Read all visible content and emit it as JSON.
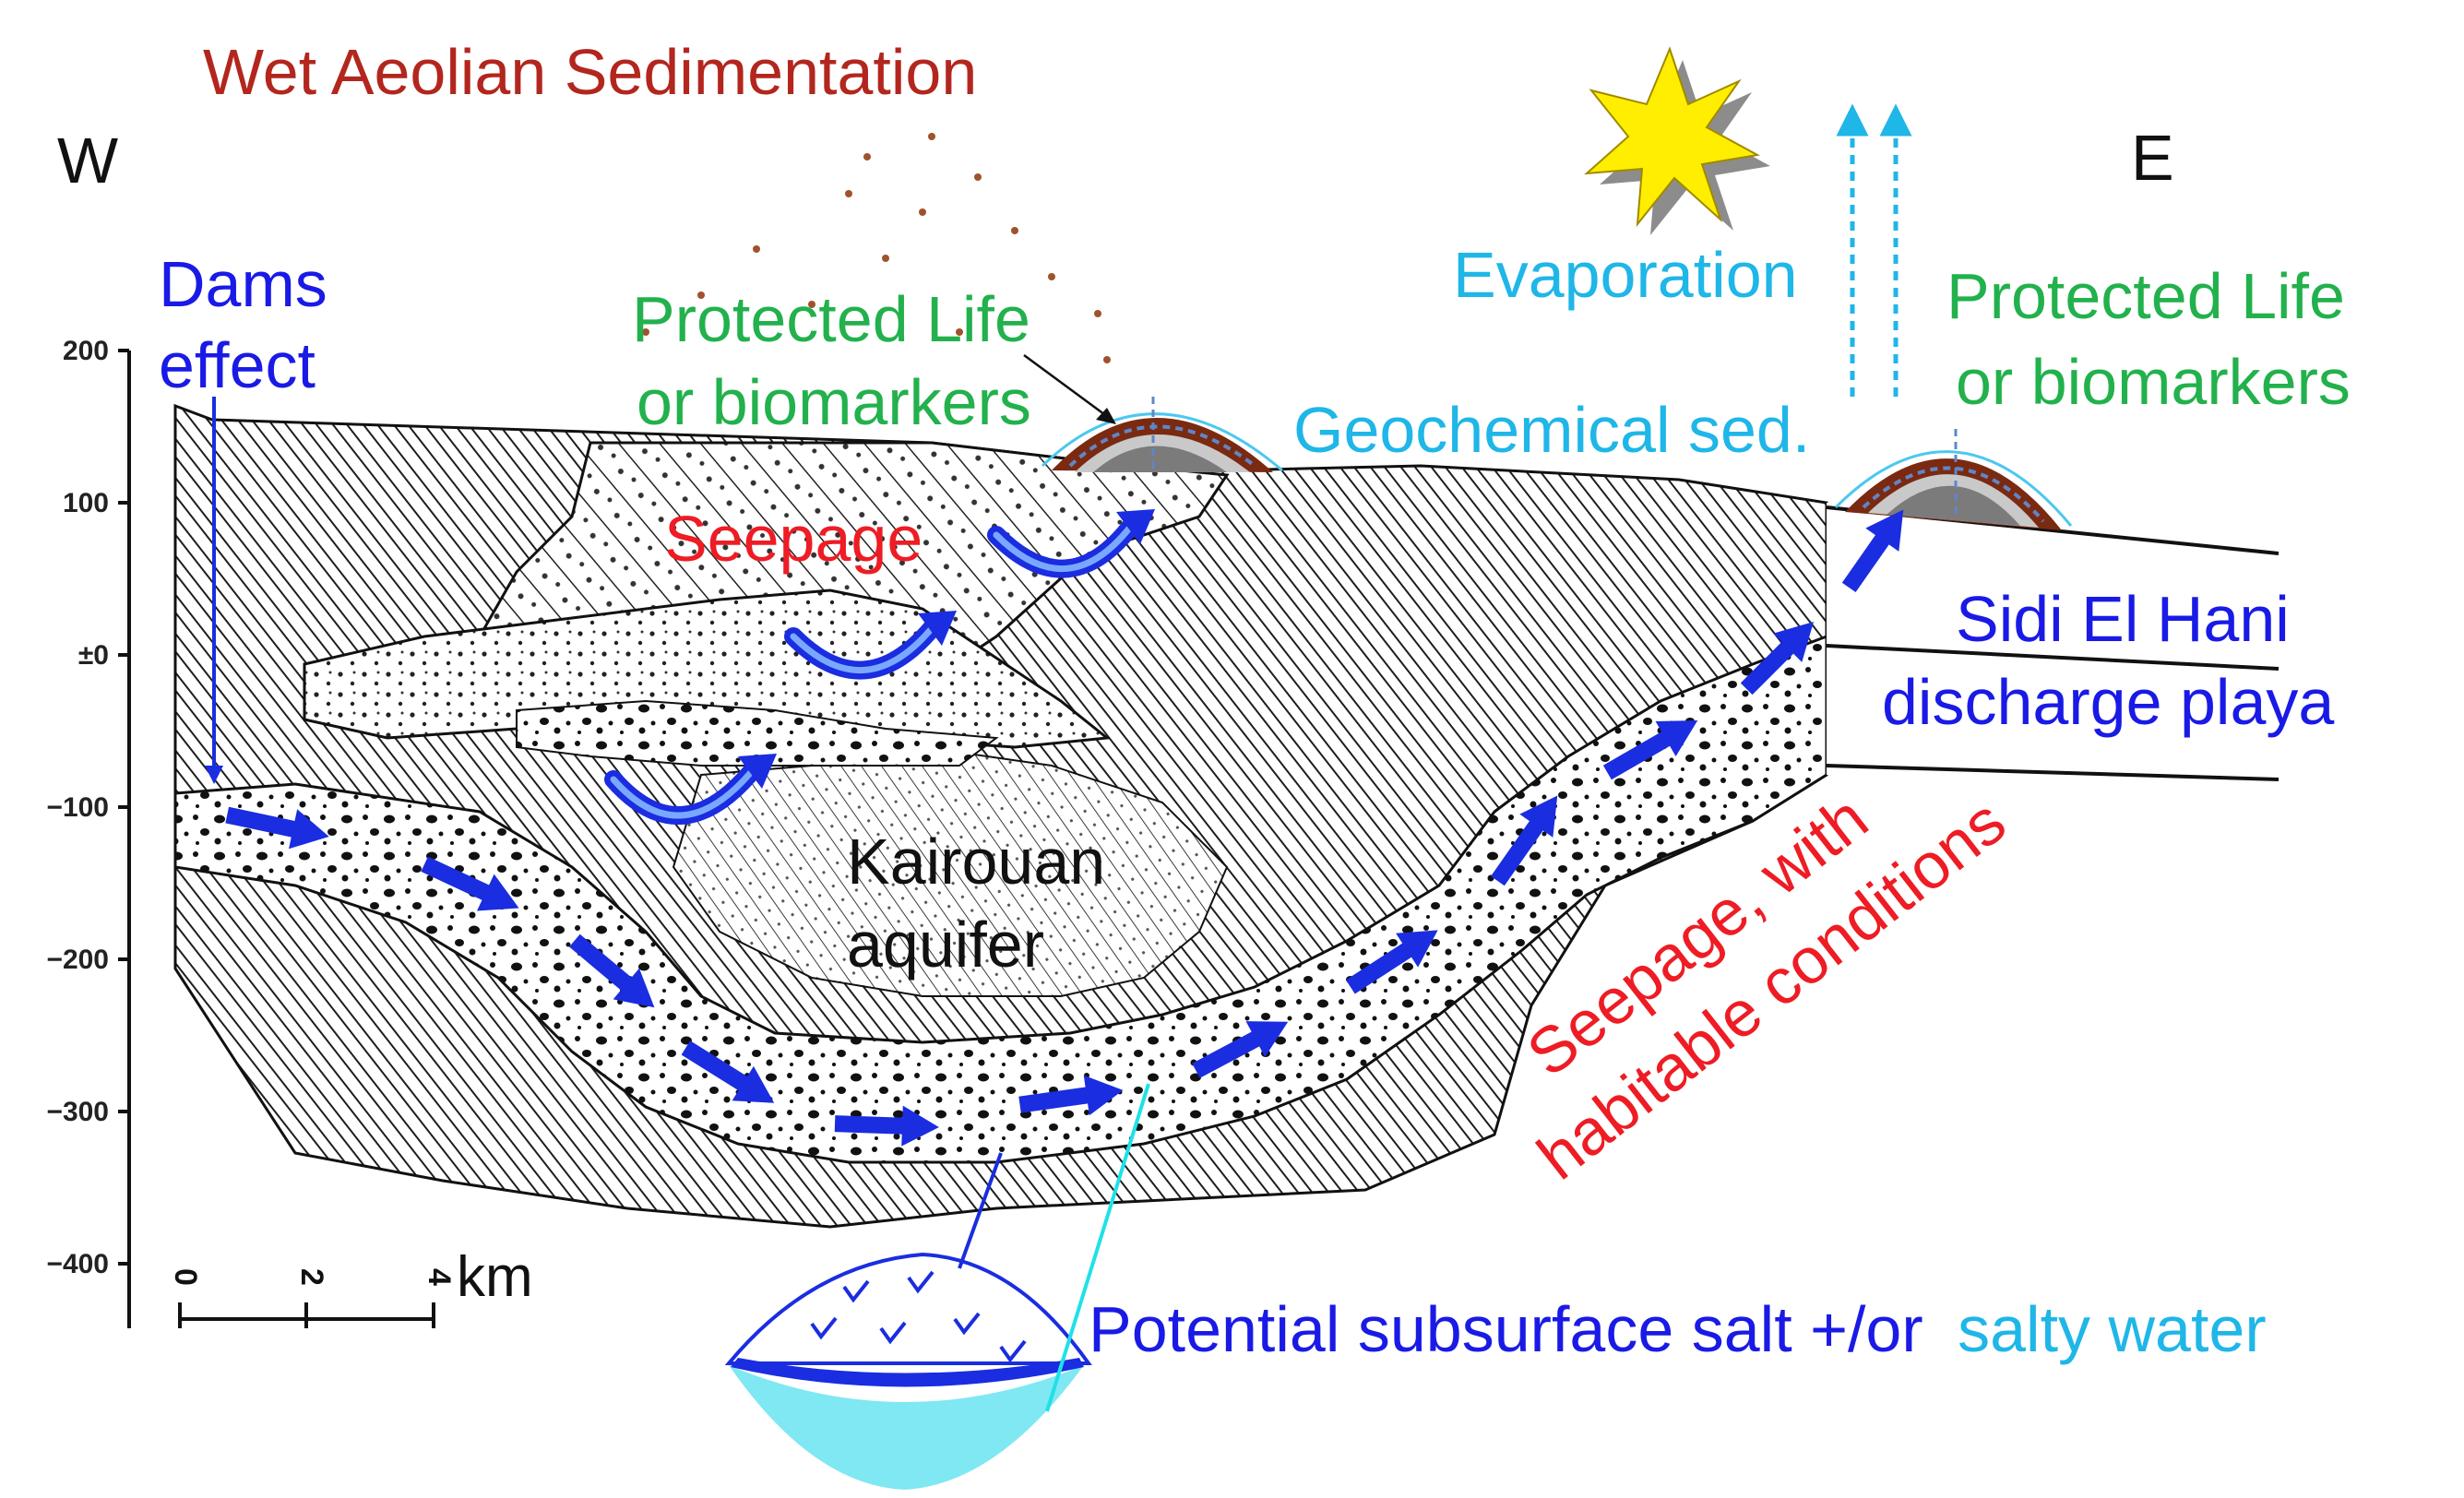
{
  "title": "Wet Aeolian Sedimentation",
  "directions": {
    "west": "W",
    "east": "E"
  },
  "labels": {
    "dams_line1": "Dams",
    "dams_line2": "effect",
    "protected_left_line1": "Protected Life",
    "protected_left_line2": "or biomarkers",
    "protected_right_line1": "Protected Life",
    "protected_right_line2": "or biomarkers",
    "evaporation": "Evaporation",
    "geochem": "Geochemical sed.",
    "seepage": "Seepage",
    "aquifer_line1": "Kairouan",
    "aquifer_line2": "aquifer",
    "playa_line1": "Sidi El Hani",
    "playa_line2": "discharge playa",
    "seepage_hab_line1": "Seepage, with",
    "seepage_hab_line2": "habitable conditions",
    "salt_part1": "Potential subsurface salt +/or",
    "salt_part2": "salty water"
  },
  "axis": {
    "ticks": [
      "200",
      "100",
      "±0",
      "−100",
      "−200",
      "−300",
      "−400"
    ]
  },
  "scale": {
    "ticks": [
      "0",
      "2",
      "4"
    ],
    "unit": "km"
  },
  "icons": {
    "sun": "sun-icon",
    "salt_dome": "salt-deposit-icon"
  },
  "colors": {
    "title": "#b3261e",
    "blue_text": "#1a1ae6",
    "green_text": "#22b14c",
    "cyan_text": "#1fb6e8",
    "red_text": "#ee1c24",
    "arrow": "#1a2de0",
    "mound_brown": "#7a2a10",
    "salty_water": "#7fe8f2"
  }
}
